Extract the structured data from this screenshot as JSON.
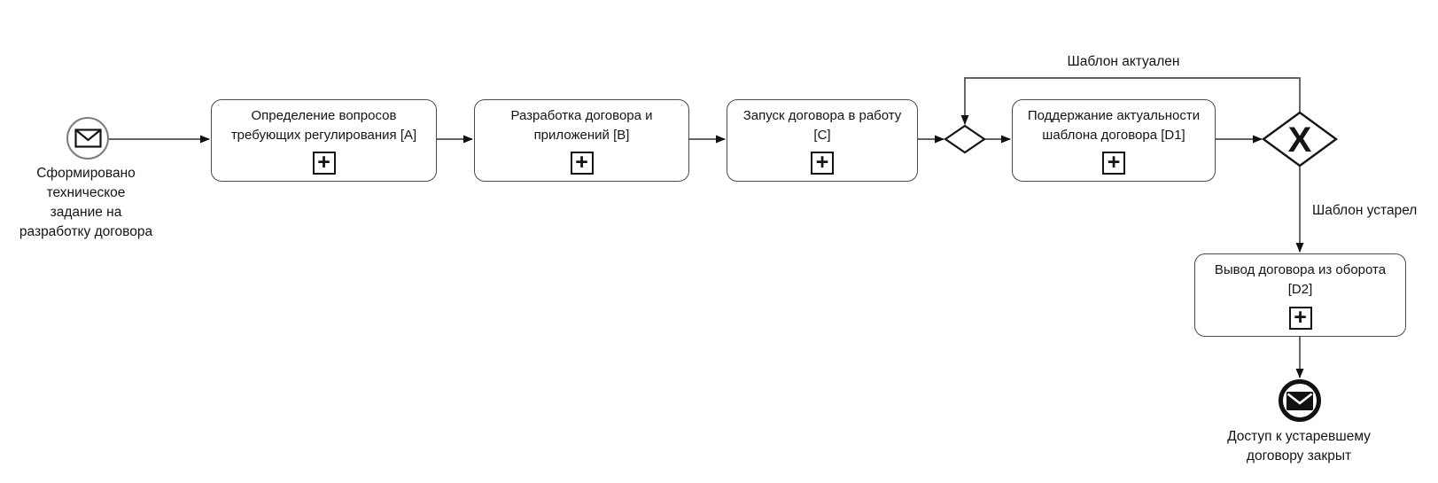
{
  "diagram": {
    "type": "bpmn-process",
    "start_event": {
      "label": "Сформировано\nтехническое\nзадание на\nразработку договора",
      "icon": "envelope-outline-icon"
    },
    "tasks": [
      {
        "stage": "A",
        "label": "Определение вопросов\nтребующих регулирования [A]",
        "marker": "+",
        "marker_icon": "plus-subprocess-icon"
      },
      {
        "stage": "B",
        "label": "Разработка договора и\nприложений [B]",
        "marker": "+",
        "marker_icon": "plus-subprocess-icon"
      },
      {
        "stage": "C",
        "label": "Запуск договора в работу\n[C]",
        "marker": "+",
        "marker_icon": "plus-subprocess-icon"
      },
      {
        "stage": "D1",
        "label": "Поддержание актуальности\nшаблона договора [D1]",
        "marker": "+",
        "marker_icon": "plus-subprocess-icon"
      },
      {
        "stage": "D2",
        "label": "Вывод договора из оборота\n[D2]",
        "marker": "+",
        "marker_icon": "plus-subprocess-icon"
      }
    ],
    "gateways": {
      "merge": {
        "type": "merge-gateway",
        "marker": ""
      },
      "exclusive": {
        "type": "exclusive-gateway",
        "marker": "X"
      }
    },
    "flow_labels": {
      "template_current": "Шаблон актуален",
      "template_outdated": "Шаблон устарел"
    },
    "end_event": {
      "label": "Доступ к устаревшему\nдоговору закрыт",
      "icon": "envelope-filled-icon"
    },
    "colors": {
      "background": "#ffffff",
      "connector_line": "#4d4d4d",
      "shape_border": "#4a4a4a",
      "event_start_border": "#7d7d7d",
      "ink": "#141414"
    }
  }
}
